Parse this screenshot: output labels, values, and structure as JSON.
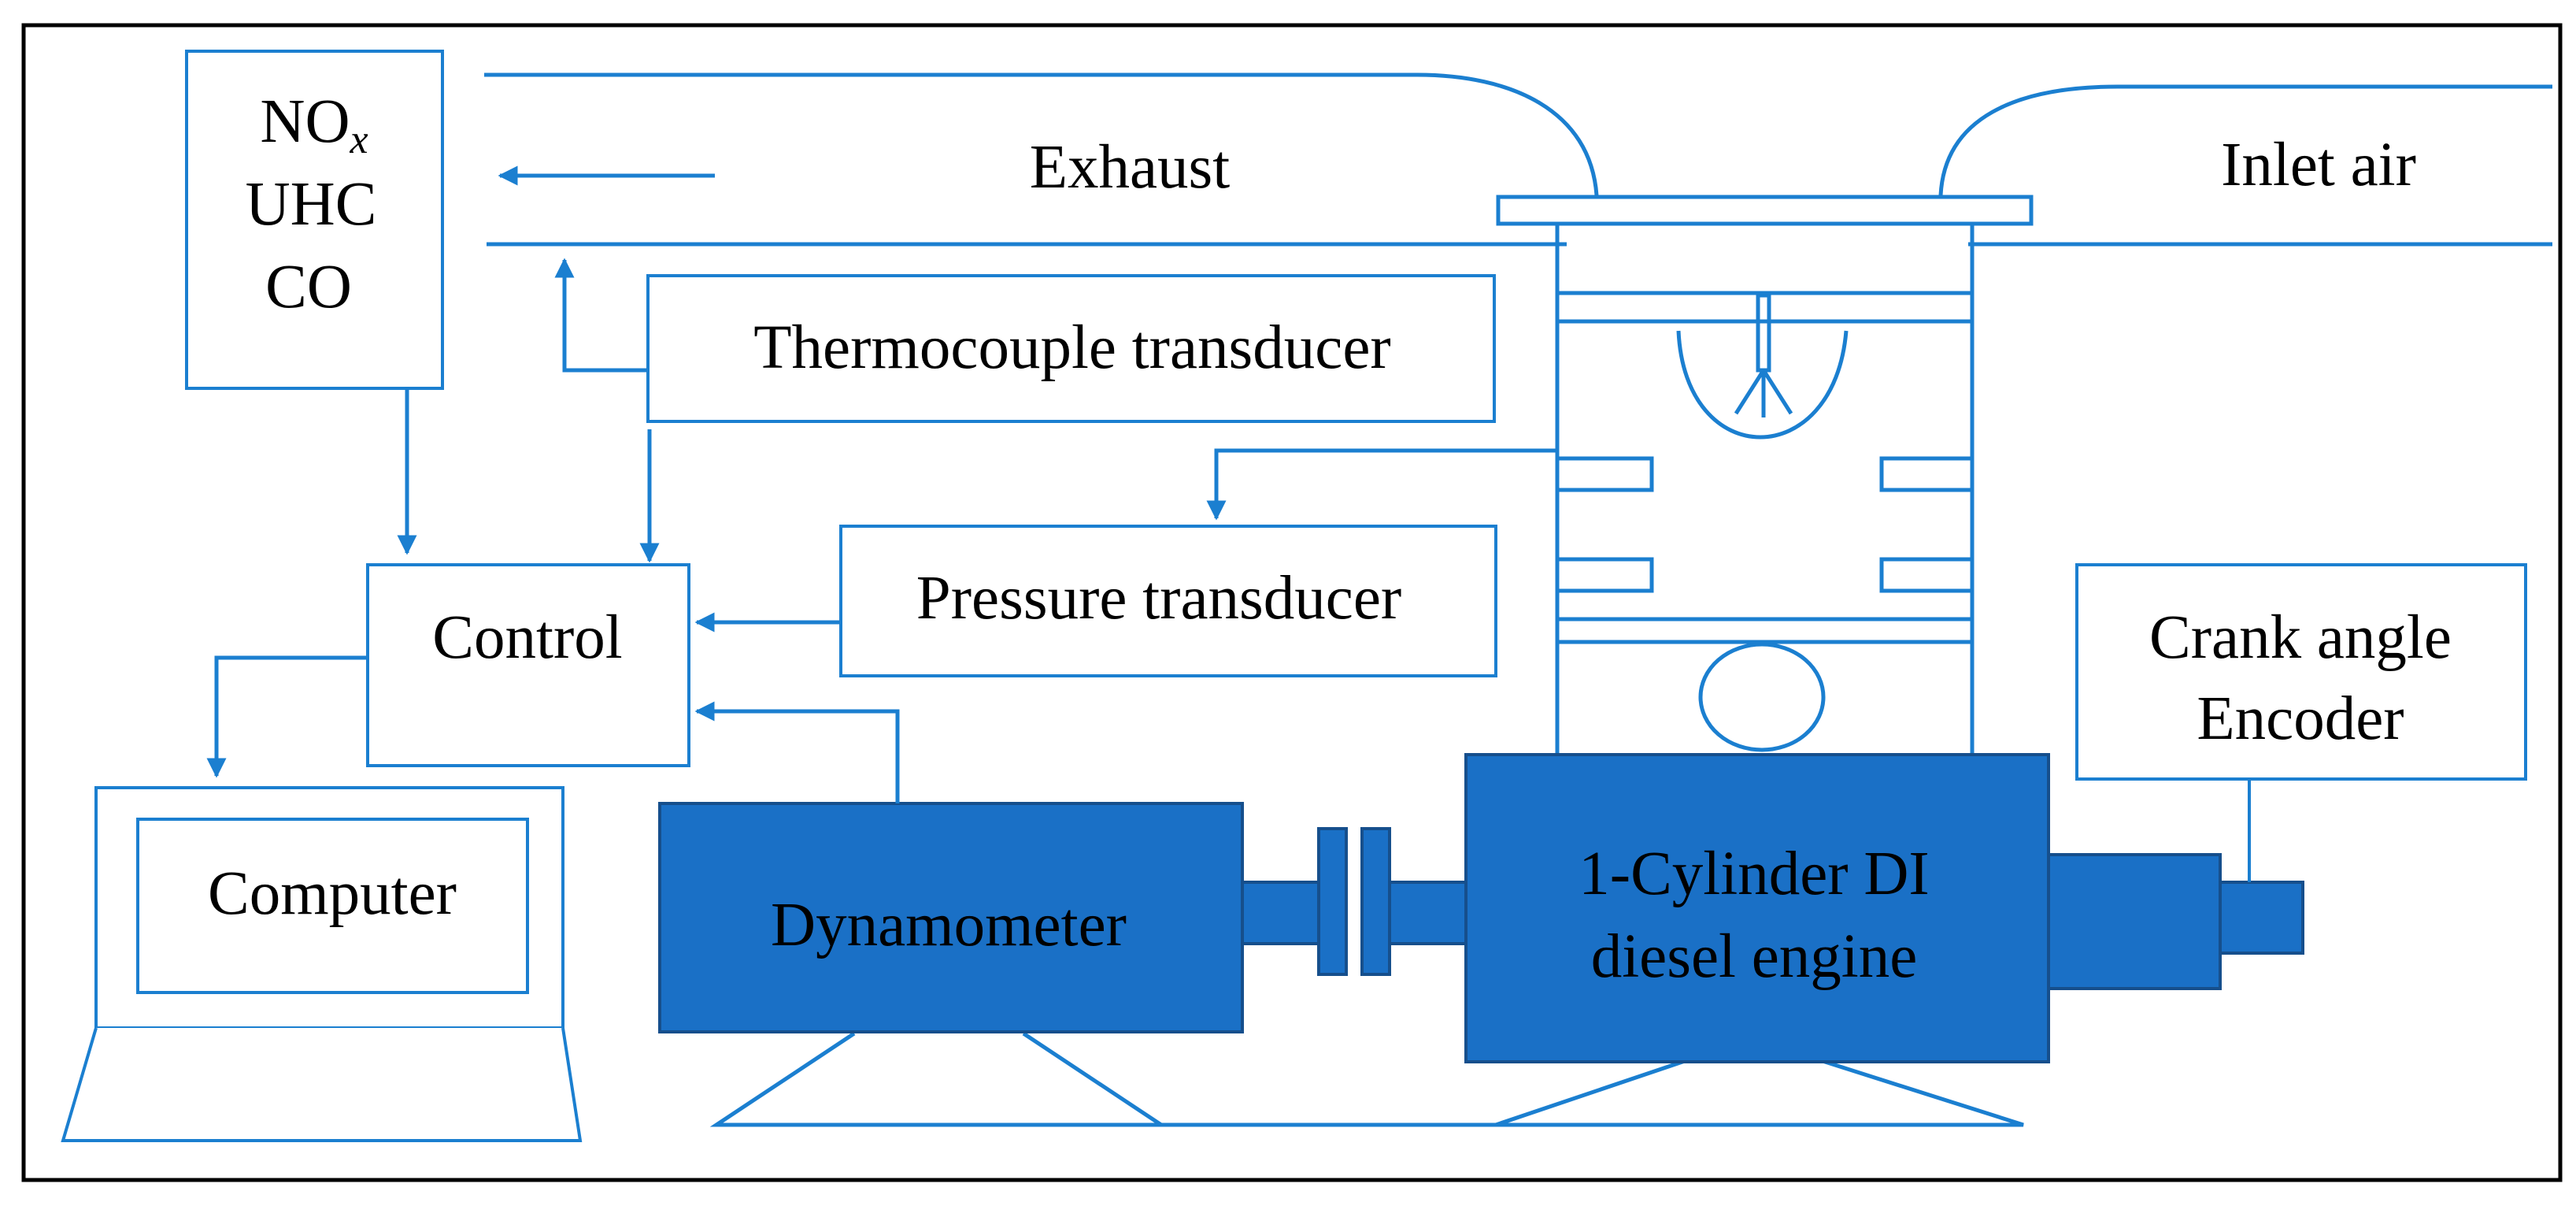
{
  "colors": {
    "outline": "#1b7fd0",
    "fill": "#1a70c6",
    "fill_stroke": "#164f8c",
    "arrow": "#1b7fd0",
    "frame": "#000000",
    "text": "#000000"
  },
  "labels": {
    "nox": "NO",
    "nox_subscript": "x",
    "uhc": "UHC",
    "co": "CO",
    "exhaust": "Exhaust",
    "inlet_air": "Inlet air",
    "thermocouple": "Thermocouple transducer",
    "pressure": "Pressure transducer",
    "control": "Control",
    "computer": "Computer",
    "crank_angle": "Crank angle",
    "encoder": "Encoder",
    "dynamometer": "Dynamometer",
    "engine_line1": "1-Cylinder DI",
    "engine_line2": "diesel engine"
  }
}
